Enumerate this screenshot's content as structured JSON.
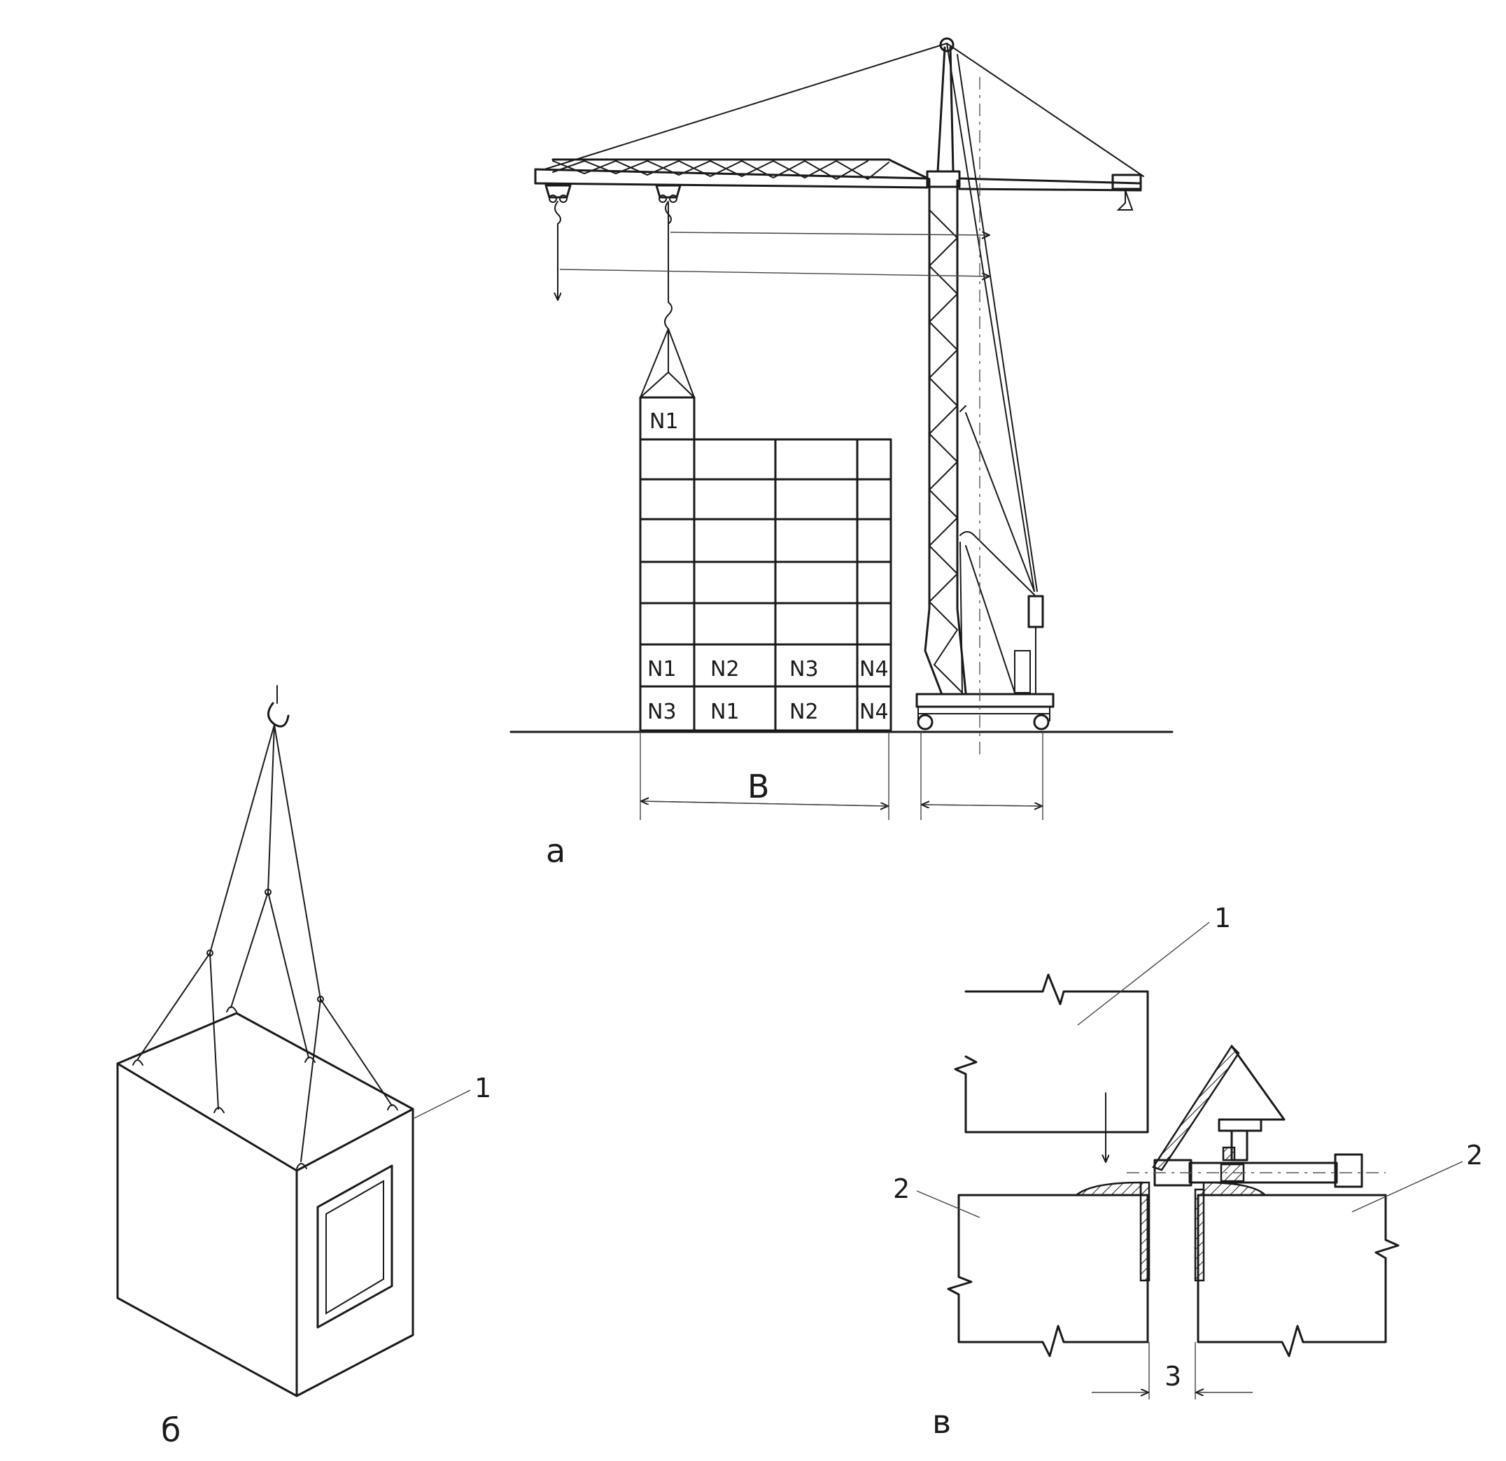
{
  "figure_a": {
    "label": "а",
    "dimension_label": "В",
    "top_cell": "N1",
    "rows": [
      [
        "N1",
        "N2",
        "N3",
        "N4"
      ],
      [
        "N3",
        "N1",
        "N2",
        "N4"
      ]
    ]
  },
  "figure_b": {
    "label": "б",
    "callout": "1"
  },
  "figure_c": {
    "label": "в",
    "callout_top": "1",
    "callout_left": "2",
    "callout_right": "2",
    "gap_label": "3"
  }
}
